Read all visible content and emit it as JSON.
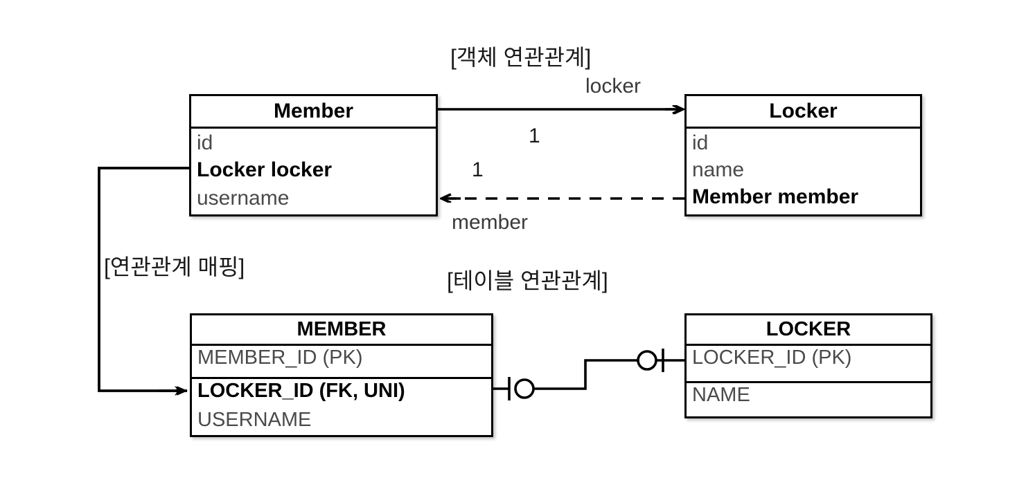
{
  "diagram": {
    "kind": "uml-erd-association-mapping",
    "background": "#ffffff",
    "line_color": "#000000",
    "muted_text_color": "#4a4a4a"
  },
  "sections": {
    "object_relation": "[객체 연관관계]",
    "table_relation": "[테이블 연관관계]",
    "association_mapping": "[연관관계 매핑]"
  },
  "object_model": {
    "member": {
      "title": "Member",
      "fields": [
        {
          "text": "id",
          "bold": false
        },
        {
          "text": "Locker locker",
          "bold": true
        },
        {
          "text": "username",
          "bold": false
        }
      ]
    },
    "locker": {
      "title": "Locker",
      "fields": [
        {
          "text": "id",
          "bold": false
        },
        {
          "text": "name",
          "bold": false
        },
        {
          "text": "Member member",
          "bold": true
        }
      ]
    },
    "edges": {
      "member_to_locker": {
        "role": "locker",
        "multiplicity": "1",
        "style": "solid",
        "arrow": "open"
      },
      "locker_to_member": {
        "role": "member",
        "multiplicity": "1",
        "style": "dashed",
        "arrow": "open"
      }
    }
  },
  "table_model": {
    "member_table": {
      "title": "MEMBER",
      "compartments": [
        [
          {
            "text": "MEMBER_ID (PK)",
            "bold": false
          }
        ],
        [
          {
            "text": "LOCKER_ID (FK, UNI)",
            "bold": true
          },
          {
            "text": "USERNAME",
            "bold": false
          }
        ]
      ]
    },
    "locker_table": {
      "title": "LOCKER",
      "compartments": [
        [
          {
            "text": "LOCKER_ID (PK)",
            "bold": false
          }
        ],
        [
          {
            "text": "NAME",
            "bold": false
          }
        ]
      ]
    },
    "edge": {
      "notation": "crows-foot",
      "left_end": "zero-or-one",
      "right_end": "zero-or-one"
    }
  },
  "mapping_edge": {
    "from": "Member.Locker locker",
    "to": "MEMBER.LOCKER_ID (FK, UNI)",
    "style": "solid",
    "arrow": "filled"
  }
}
